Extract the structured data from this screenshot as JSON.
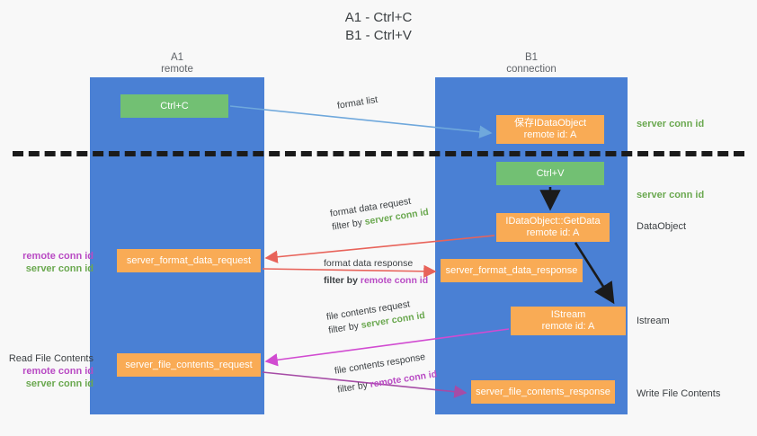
{
  "title": {
    "line1": "A1 - Ctrl+C",
    "line2": "B1 - Ctrl+V"
  },
  "columns": {
    "a1": {
      "name": "A1",
      "subtitle": "remote"
    },
    "b1": {
      "name": "B1",
      "subtitle": "connection"
    }
  },
  "nodes": {
    "ctrl_c": {
      "line1": "Ctrl+C",
      "color": "#72c073"
    },
    "idataobject": {
      "line1": "保存IDataObject",
      "line2": "remote id: A",
      "color": "#f9ab55"
    },
    "ctrl_v": {
      "line1": "Ctrl+V",
      "color": "#72c073"
    },
    "getdata": {
      "line1": "IDataObject::GetData",
      "line2": "remote id: A",
      "color": "#f9ab55"
    },
    "format_data_request": {
      "line1": "server_format_data_request",
      "color": "#f9ab55"
    },
    "format_data_response": {
      "line1": "server_format_data_response",
      "color": "#f9ab55"
    },
    "istream": {
      "line1": "IStream",
      "line2": "remote id: A",
      "color": "#f9ab55"
    },
    "file_contents_request": {
      "line1": "server_file_contents_request",
      "color": "#f9ab55"
    },
    "file_contents_response": {
      "line1": "server_file_contents_response",
      "color": "#f9ab55"
    }
  },
  "edges": {
    "format_list": {
      "label": "format list"
    },
    "format_data_request": {
      "label": "format data request",
      "filter_prefix": "filter by",
      "filter_target": "server conn id"
    },
    "format_data_response": {
      "label": "format data response",
      "filter_prefix": "filter by",
      "filter_target": "remote conn id"
    },
    "file_contents_request": {
      "label": "file contents request",
      "filter_prefix": "filter by",
      "filter_target": "server conn id"
    },
    "file_contents_response": {
      "label": "file contents response",
      "filter_prefix": "filter by",
      "filter_target": "remote conn id"
    }
  },
  "side_labels": {
    "server_conn_id_top": "server conn id",
    "server_conn_id_mid": "server conn id",
    "dataobject": "DataObject",
    "istream": "Istream",
    "write_file_contents": "Write File Contents",
    "read_file_contents": "Read File Contents",
    "remote_conn_id": "remote conn id",
    "server_conn_id": "server conn id"
  },
  "colors": {
    "lane": "#4a80d4",
    "node_orange": "#f9ab55",
    "node_green": "#72c073",
    "server_conn_id": "#6aa84f",
    "remote_conn_id": "#b94bc4",
    "background": "#f8f8f8",
    "divider": "#1b1b1b",
    "arrow_blue": "#6fa8dc",
    "arrow_red": "#e8635a",
    "arrow_magenta": "#d14bd1",
    "arrow_purple": "#a64ca6",
    "arrow_dark": "#1b1b1b"
  }
}
